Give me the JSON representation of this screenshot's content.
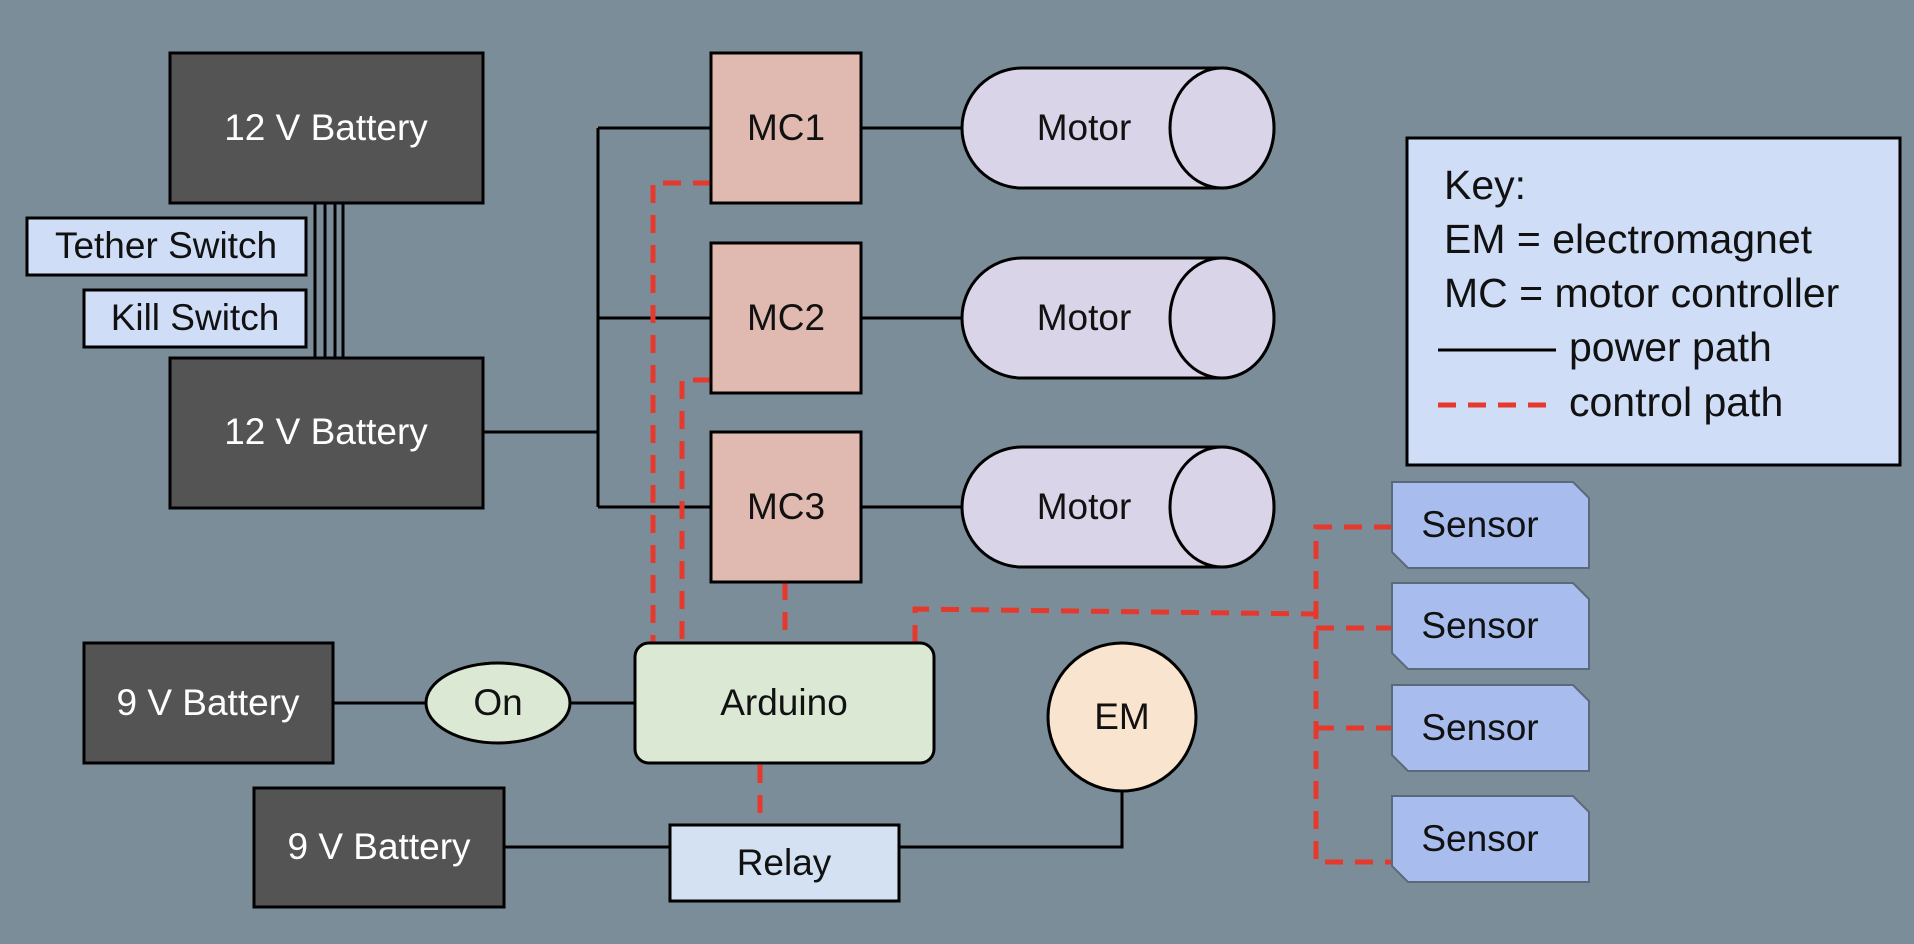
{
  "colors": {
    "background": "#7b8d99",
    "battery": "#545454",
    "switch": "#cfddf6",
    "motor_controller": "#e0bab0",
    "motor": "#d9d4e8",
    "arduino": "#dbe8d4",
    "on_switch": "#dbe8d4",
    "relay": "#d3e1f2",
    "electromagnet": "#f9e4cf",
    "sensor": "#a8bdee",
    "key_box": "#cfddf6",
    "power_path": "#000000",
    "control_path": "#e5392d"
  },
  "batteries": {
    "b12_top": "12 V Battery",
    "b12_bottom": "12 V Battery",
    "b9_top": "9 V Battery",
    "b9_bottom": "9 V Battery"
  },
  "switches": {
    "tether": "Tether Switch",
    "kill": "Kill Switch",
    "on": "On"
  },
  "controllers": [
    "MC1",
    "MC2",
    "MC3"
  ],
  "motors": [
    "Motor",
    "Motor",
    "Motor"
  ],
  "arduino": "Arduino",
  "relay": "Relay",
  "electromagnet": "EM",
  "sensors": [
    "Sensor",
    "Sensor",
    "Sensor",
    "Sensor"
  ],
  "key": {
    "title": "Key:",
    "em": "EM = electromagnet",
    "mc": "MC = motor controller",
    "power": "power path",
    "control": "control path"
  }
}
